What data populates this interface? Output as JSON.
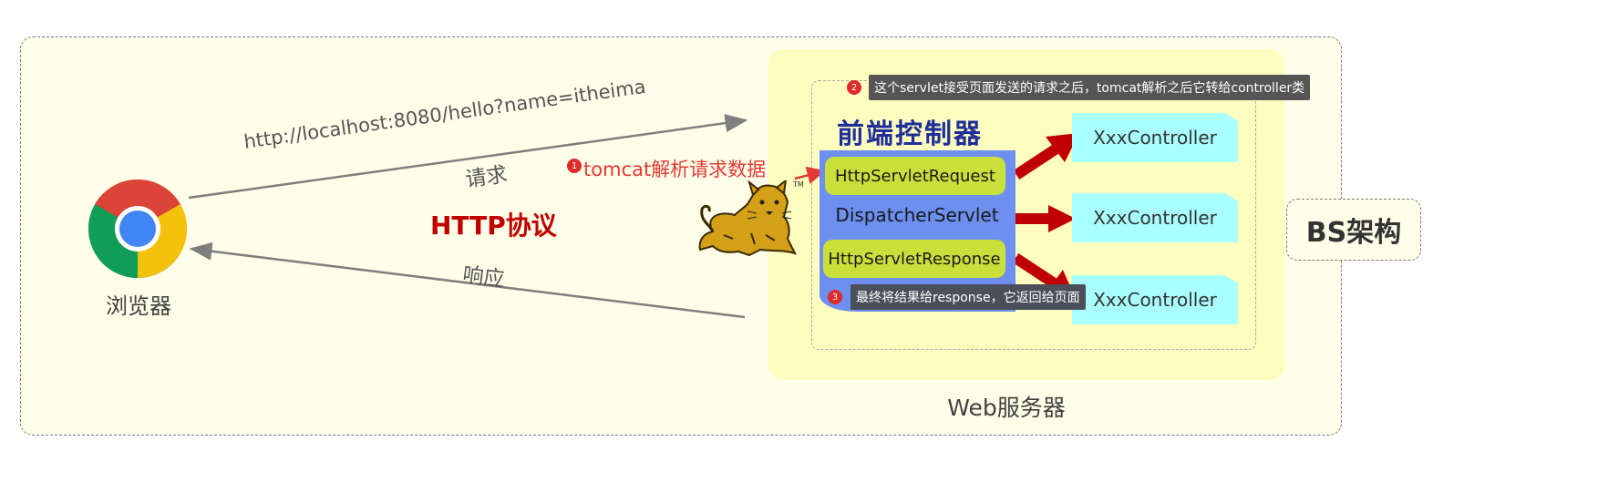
{
  "browser": {
    "label": "浏览器"
  },
  "request": {
    "url": "http://localhost:8080/hello?name=itheima",
    "label": "请求"
  },
  "response": {
    "label": "响应"
  },
  "protocol": {
    "label": "HTTP协议"
  },
  "tomcat": {
    "step_number": "1",
    "parse_label": "tomcat解析请求数据",
    "logo_mark": "TM"
  },
  "server": {
    "label": "Web服务器"
  },
  "front_controller": {
    "title": "前端控制器"
  },
  "dispatcher": {
    "request_label": "HttpServletRequest",
    "servlet_label": "DispatcherServlet",
    "response_label": "HttpServletResponse"
  },
  "controllers": [
    "XxxController",
    "XxxController",
    "XxxController"
  ],
  "notes": {
    "note2_number": "2",
    "note2_text": "这个servlet接受页面发送的请求之后，tomcat解析之后它转给controller类",
    "note3_number": "3",
    "note3_text": "最终将结果给response，它返回给页面"
  },
  "architecture": {
    "label": "BS架构"
  },
  "colors": {
    "outer_bg": "#fefee9",
    "server_bg": "#fdfdc0",
    "dispatcher_bg": "#6c8ff0",
    "pill_bg": "#c9df3a",
    "controller_bg": "#a9ffff",
    "arrow_dark_red": "#c00000",
    "step_red": "#e02b2b",
    "title_blue": "#1f2e9a"
  }
}
